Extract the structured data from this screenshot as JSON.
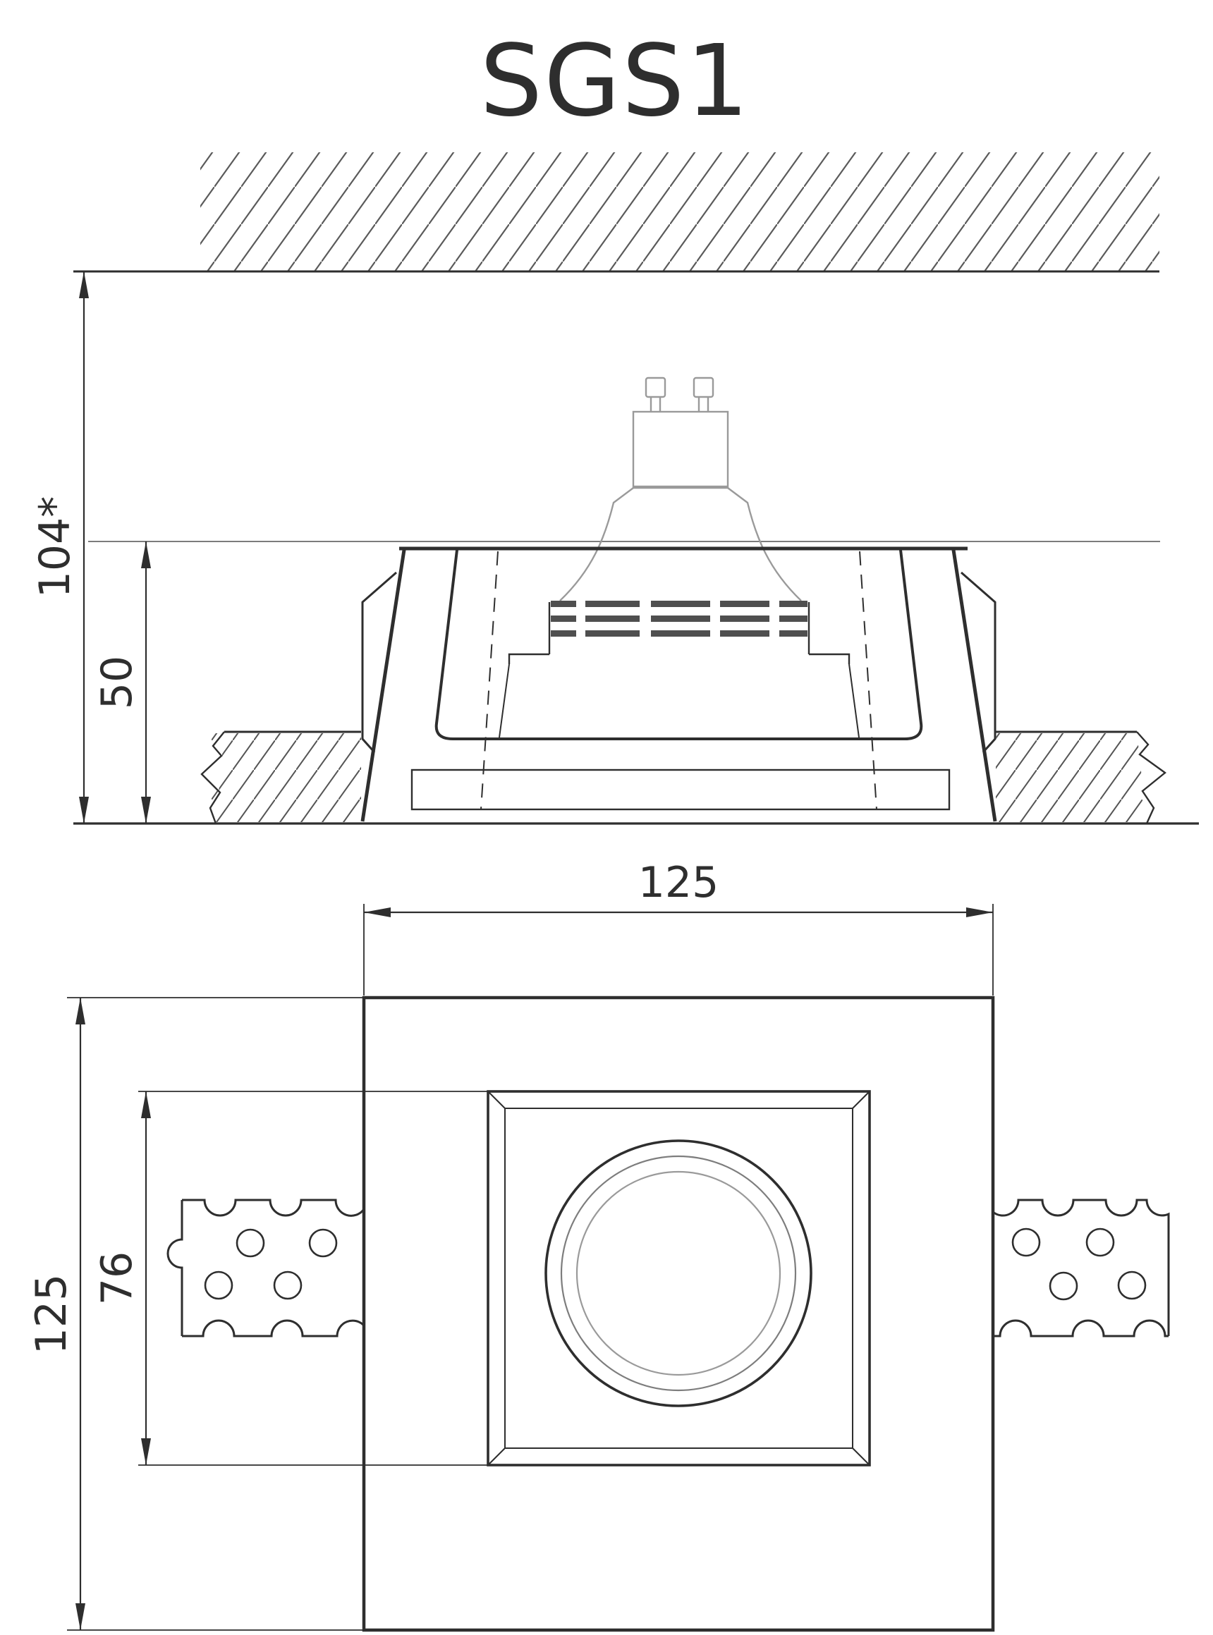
{
  "drawing": {
    "title": "SGS1",
    "line_color": "#2e2e2e",
    "hatch_color": "#5a5a5a",
    "lamp_color": "#9a9a9a",
    "section_view": {
      "overall_height_label": "104*",
      "recess_depth_label": "50"
    },
    "plan_view": {
      "width_label": "125",
      "height_label": "125",
      "cutout_label": "76"
    }
  }
}
